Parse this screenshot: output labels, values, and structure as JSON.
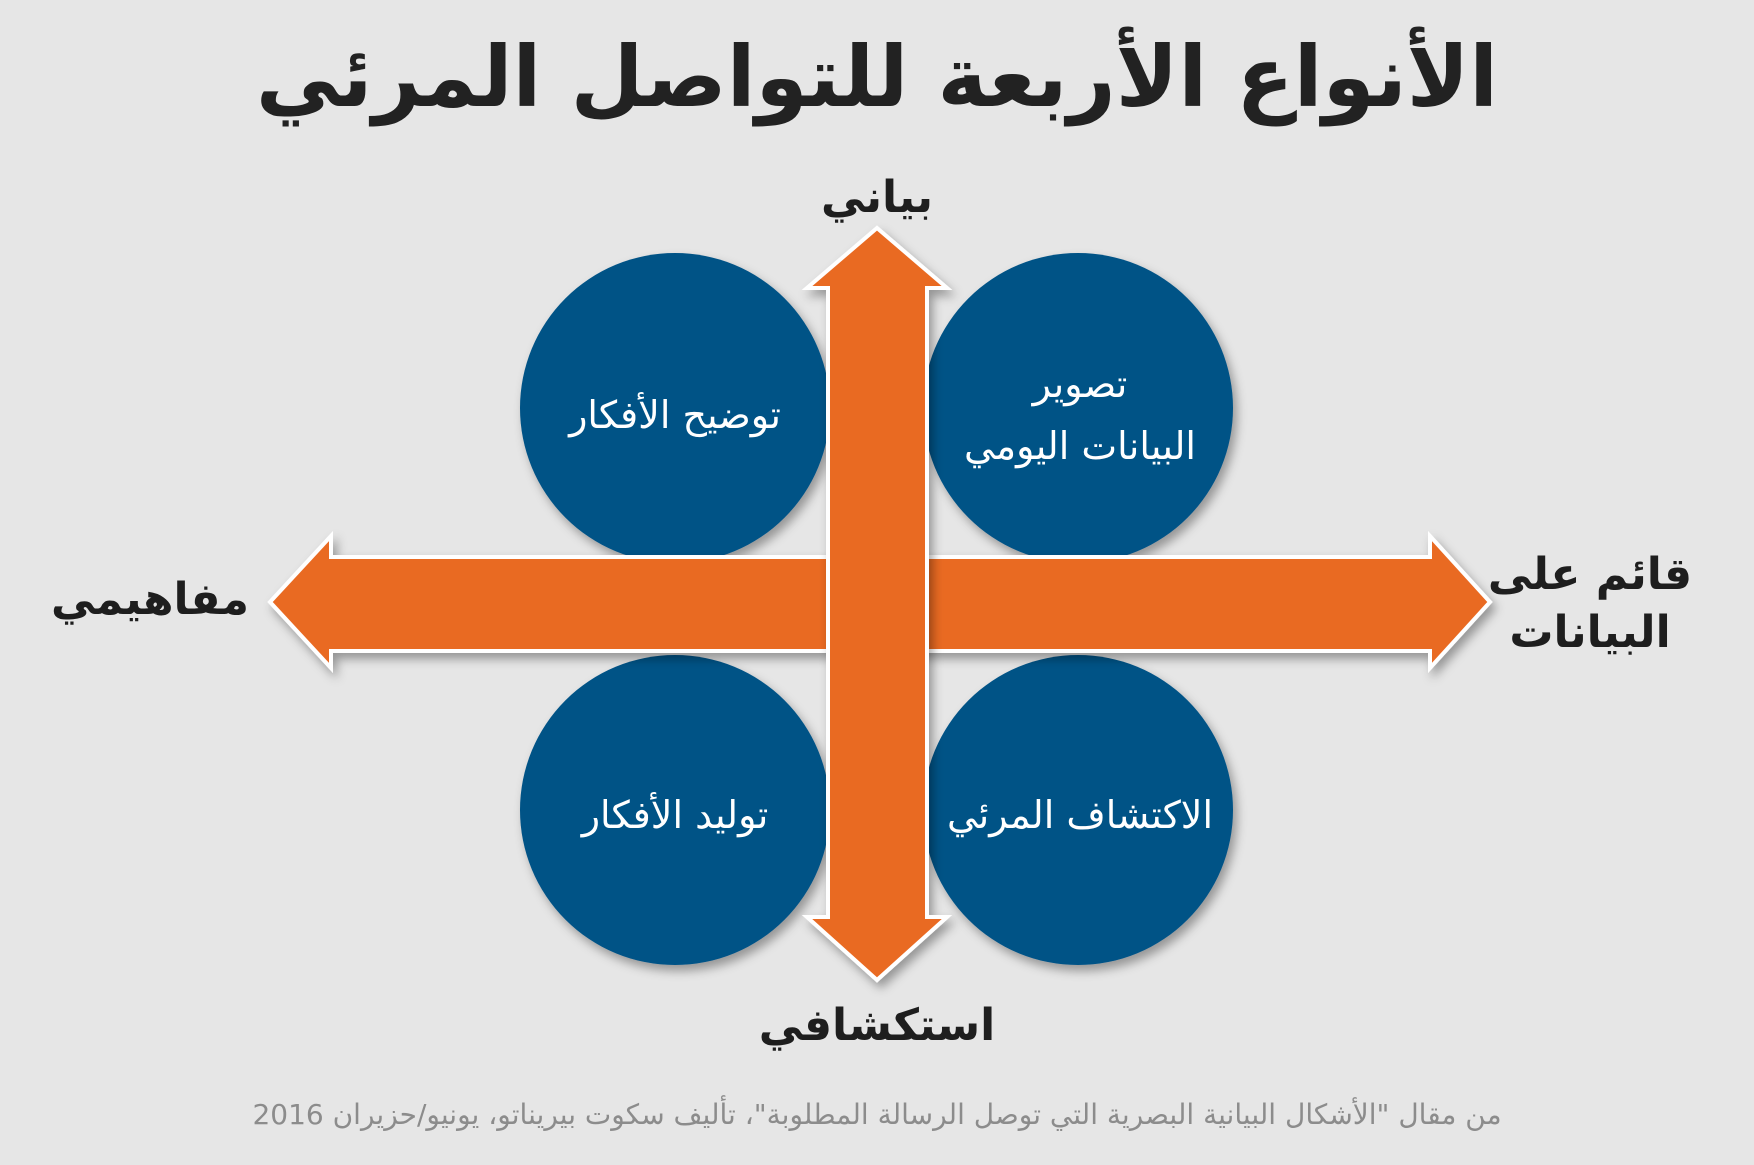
{
  "title": "الأنواع الأربعة للتواصل المرئي",
  "axes": {
    "top": "بياني",
    "bottom": "استكشافي",
    "left": "مفاهيمي",
    "right_line1": "قائم على",
    "right_line2": "البيانات"
  },
  "quadrants": {
    "top_left": "توضيح الأفكار",
    "top_right_line1": "تصوير",
    "top_right_line2": "البيانات اليومي",
    "bottom_left": "توليد الأفكار",
    "bottom_right": "الاكتشاف المرئي"
  },
  "footer": "من مقال \"الأشكال البيانية البصرية التي توصل الرسالة المطلوبة\"، تأليف سكوت بيريناتو، يونيو/حزيران 2016",
  "colors": {
    "background": "#e6e6e6",
    "circle": "#035286",
    "arrow": "#e96b24",
    "arrow_border": "#ffffff",
    "title": "#222222",
    "footer": "#8c8c8c"
  }
}
